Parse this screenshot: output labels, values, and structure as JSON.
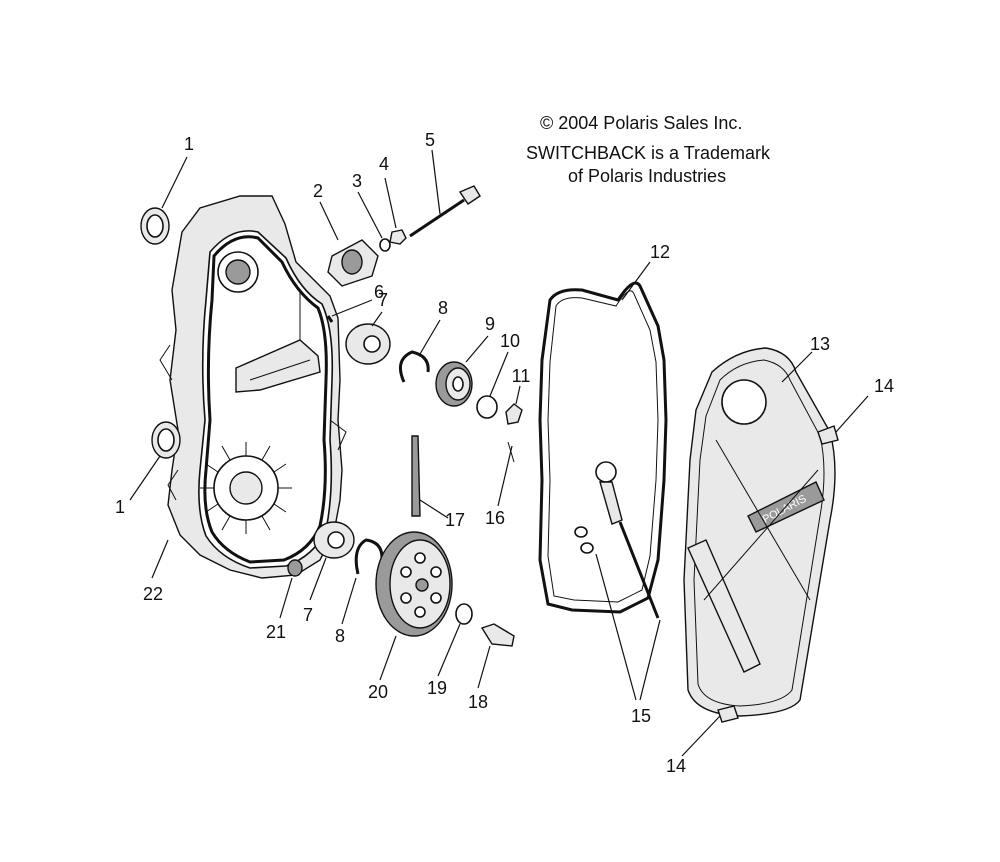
{
  "notice": {
    "copyright": "© 2004 Polaris Sales Inc.",
    "trademark_line1": "SWITCHBACK is a Trademark",
    "trademark_line2": "of Polaris Industries"
  },
  "callouts": {
    "c1a": "1",
    "c1b": "1",
    "c2": "2",
    "c3": "3",
    "c4": "4",
    "c5": "5",
    "c6": "6",
    "c7a": "7",
    "c7b": "7",
    "c8a": "8",
    "c8b": "8",
    "c9": "9",
    "c10": "10",
    "c11": "11",
    "c12": "12",
    "c13": "13",
    "c14a": "14",
    "c14b": "14",
    "c15": "15",
    "c16": "16",
    "c17": "17",
    "c18": "18",
    "c19": "19",
    "c20": "20",
    "c21": "21",
    "c22": "22"
  },
  "cover_logo": "POLARIS"
}
